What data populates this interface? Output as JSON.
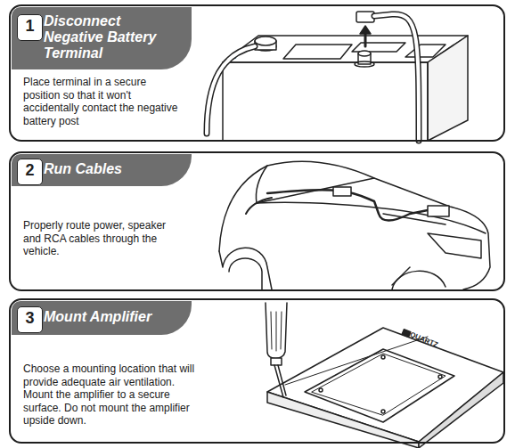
{
  "diagram": {
    "nodes": [
      {
        "text": [
          "Place terminal in a secure position so that it won't accidentally contact the negative battery post"
        ]
      },
      {
        "text": [
          "Disconnect Negative Battery Terminal"
        ],
        "in": 0
      },
      {
        "text": [
          "1"
        ],
        "in": 1
      },
      {
        "text": [
          "Properly route power, speaker and RCA cables through the vehicle."
        ]
      },
      {
        "text": [
          "Run Cables"
        ],
        "in": 3
      },
      {
        "text": [
          "2"
        ],
        "in": 4
      },
      {
        "text": [
          "Choose a mounting location that will provide adequate air ventilation. Mount the amplifier to a secure surface. Do not mount the amplifier upside down."
        ]
      },
      {
        "text": [
          "Mount Amplifier"
        ],
        "in": 6
      },
      {
        "text": [
          "3"
        ],
        "in": 7
      }
    ],
    "labels": [
      "QUARTZ"
    ]
  }
}
